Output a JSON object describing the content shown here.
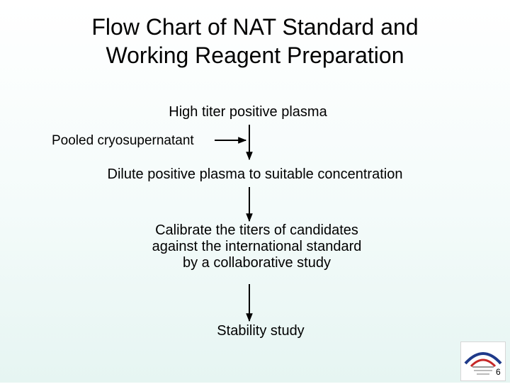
{
  "slide": {
    "title_line1": "Flow Chart of NAT Standard and",
    "title_line2": "Working Reagent Preparation",
    "page_number": "6"
  },
  "flow": {
    "step1": "High titer positive plasma",
    "side_input": "Pooled cryosupernatant",
    "step2": "Dilute positive plasma to suitable concentration",
    "step3_line1": "Calibrate the titers of candidates",
    "step3_line2": "against the international standard",
    "step3_line3": "by a collaborative study",
    "step4": "Stability study"
  },
  "logo": {
    "icon": "institution-logo-icon",
    "colors": [
      "#1f3a8a",
      "#c62828"
    ]
  }
}
